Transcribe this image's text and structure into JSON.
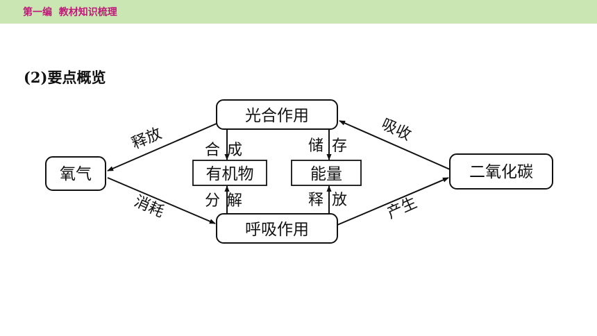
{
  "header": {
    "title": "第一编  教材知识梳理",
    "bar_color": "#c9e6b3",
    "title_color": "#c2177a"
  },
  "section": {
    "title": "(2)要点概览"
  },
  "diagram": {
    "nodes": {
      "photosynthesis": "光合作用",
      "respiration": "呼吸作用",
      "oxygen": "氧气",
      "carbon_dioxide": "二氧化碳",
      "organic_matter": "有机物",
      "energy": "能量"
    },
    "edges": {
      "release_oxygen": "释放",
      "consume_oxygen": "消耗",
      "absorb_co2": "吸收",
      "produce_co2": "产生",
      "synthesize": "合成",
      "decompose": "分解",
      "store": "储存",
      "release_energy": "释放"
    }
  }
}
